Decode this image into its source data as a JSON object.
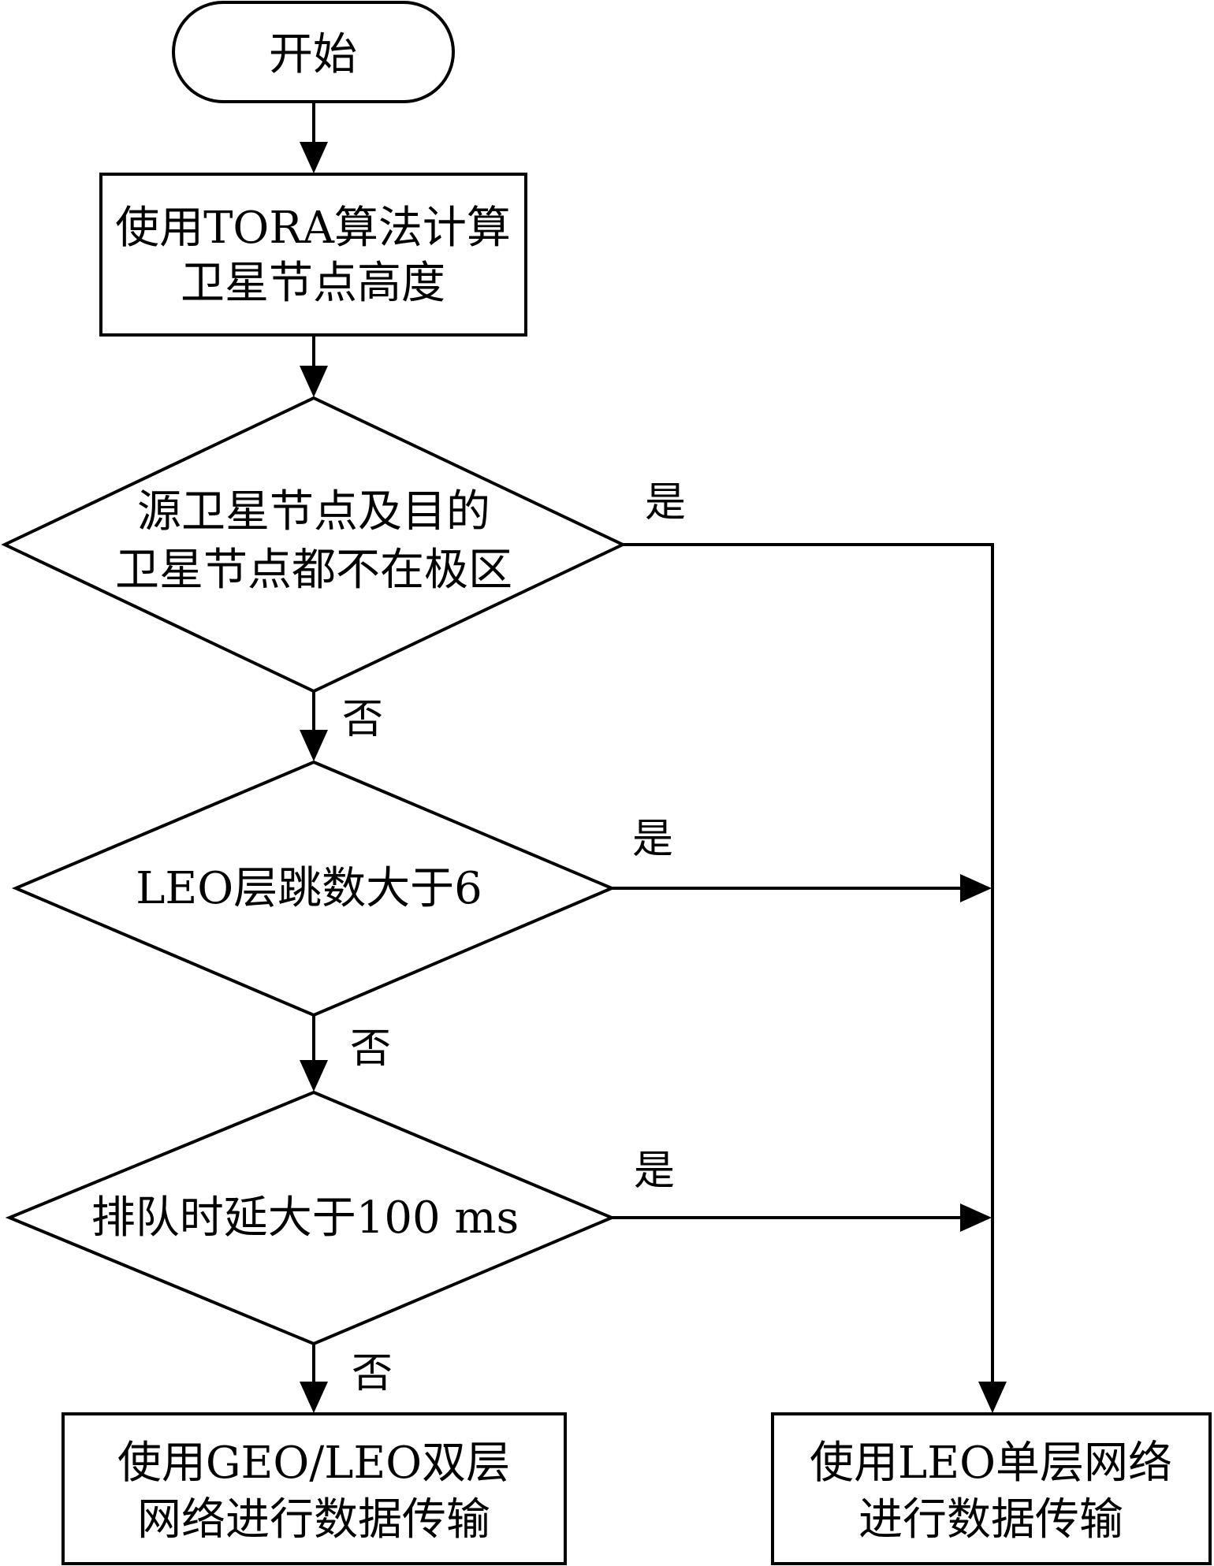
{
  "flowchart": {
    "start": "开始",
    "step1": [
      "使用TORA算法计算",
      "卫星节点高度"
    ],
    "decision1": [
      "源卫星节点及目的",
      "卫星节点都不在极区"
    ],
    "decision2": [
      "LEO层跳数大于6"
    ],
    "decision3": [
      "排队时延大于100 ms"
    ],
    "end_dual": [
      "使用GEO/LEO双层",
      "网络进行数据传输"
    ],
    "end_single": [
      "使用LEO单层网络",
      "进行数据传输"
    ],
    "labels": {
      "yes1": "是",
      "no1": "否",
      "yes2": "是",
      "no2": "否",
      "yes3": "是",
      "no3": "否"
    }
  }
}
